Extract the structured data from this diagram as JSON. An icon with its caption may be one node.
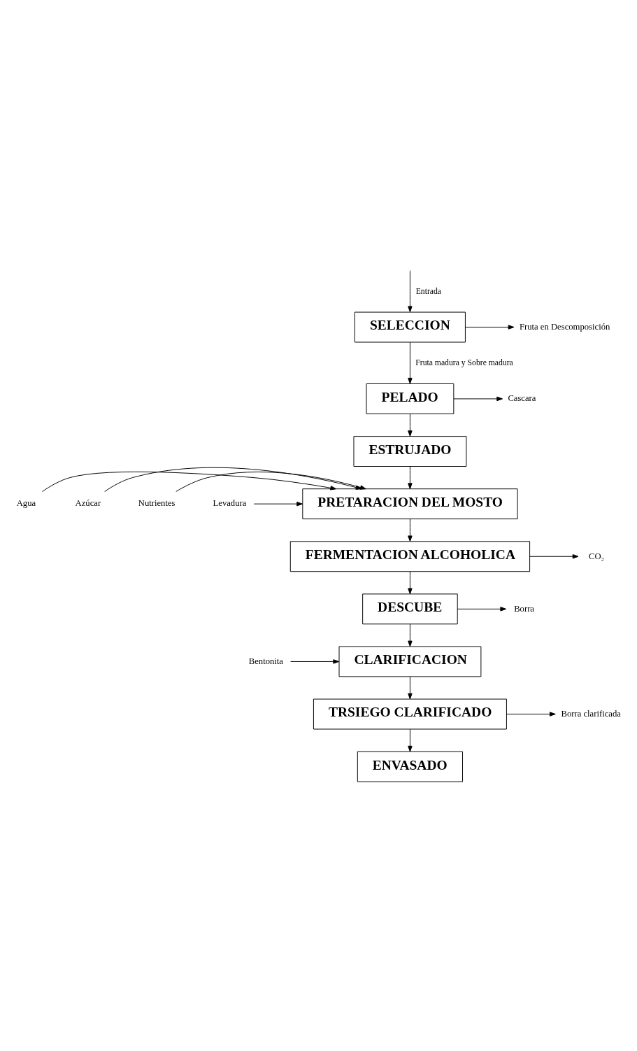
{
  "diagram": {
    "nodes": [
      {
        "text": [
          "SELECCION"
        ]
      },
      {
        "text": [
          "Fruta en Descomposición"
        ]
      },
      {
        "text": [
          "PELADO"
        ]
      },
      {
        "text": [
          "Cascara"
        ]
      },
      {
        "text": [
          "ESTRUJADO"
        ]
      },
      {
        "text": [
          "Agua"
        ]
      },
      {
        "text": [
          "Azúcar"
        ]
      },
      {
        "text": [
          "PRETARACION DEL MOSTO"
        ]
      },
      {
        "text": [
          "Nutrientes"
        ]
      },
      {
        "text": [
          "Levadura"
        ]
      },
      {
        "text": [
          "FERMENTACION ALCOHOLICA"
        ]
      },
      {
        "text": [
          "CO₂"
        ]
      },
      {
        "text": [
          "DESCUBE"
        ]
      },
      {
        "text": [
          "Borra"
        ]
      },
      {
        "text": [
          "Bentonita"
        ]
      },
      {
        "text": [
          "CLARIFICACION"
        ]
      },
      {
        "text": [
          "TRSIEGO CLARIFICADO"
        ]
      },
      {
        "text": [
          "Borra clarificada"
        ]
      },
      {
        "text": [
          "ENVASADO"
        ]
      }
    ],
    "edges": [
      {
        "from": null,
        "to": 0,
        "arrow": "to",
        "label": "Entrada"
      },
      {
        "from": 0,
        "to": 1,
        "arrow": "to"
      },
      {
        "from": 0,
        "to": 2,
        "arrow": "to",
        "label": "Fruta madura y Sobre madura"
      },
      {
        "from": 2,
        "to": 3,
        "arrow": "to"
      },
      {
        "from": 2,
        "to": 4,
        "arrow": "to"
      },
      {
        "from": 4,
        "to": 7,
        "arrow": "to"
      },
      {
        "from": 5,
        "to": 7,
        "arrow": "to"
      },
      {
        "from": 6,
        "to": 7,
        "arrow": "to"
      },
      {
        "from": 8,
        "to": 7,
        "arrow": "to"
      },
      {
        "from": 9,
        "to": 7,
        "arrow": "to"
      },
      {
        "from": 7,
        "to": 10,
        "arrow": "to"
      },
      {
        "from": 10,
        "to": 11,
        "arrow": "to"
      },
      {
        "from": 10,
        "to": 12,
        "arrow": "to"
      },
      {
        "from": 12,
        "to": 13,
        "arrow": "to"
      },
      {
        "from": 12,
        "to": 15,
        "arrow": "to"
      },
      {
        "from": 14,
        "to": 15,
        "arrow": "to"
      },
      {
        "from": 15,
        "to": 16,
        "arrow": "to"
      },
      {
        "from": 16,
        "to": 17,
        "arrow": "to"
      },
      {
        "from": 16,
        "to": 18,
        "arrow": "to"
      }
    ]
  }
}
